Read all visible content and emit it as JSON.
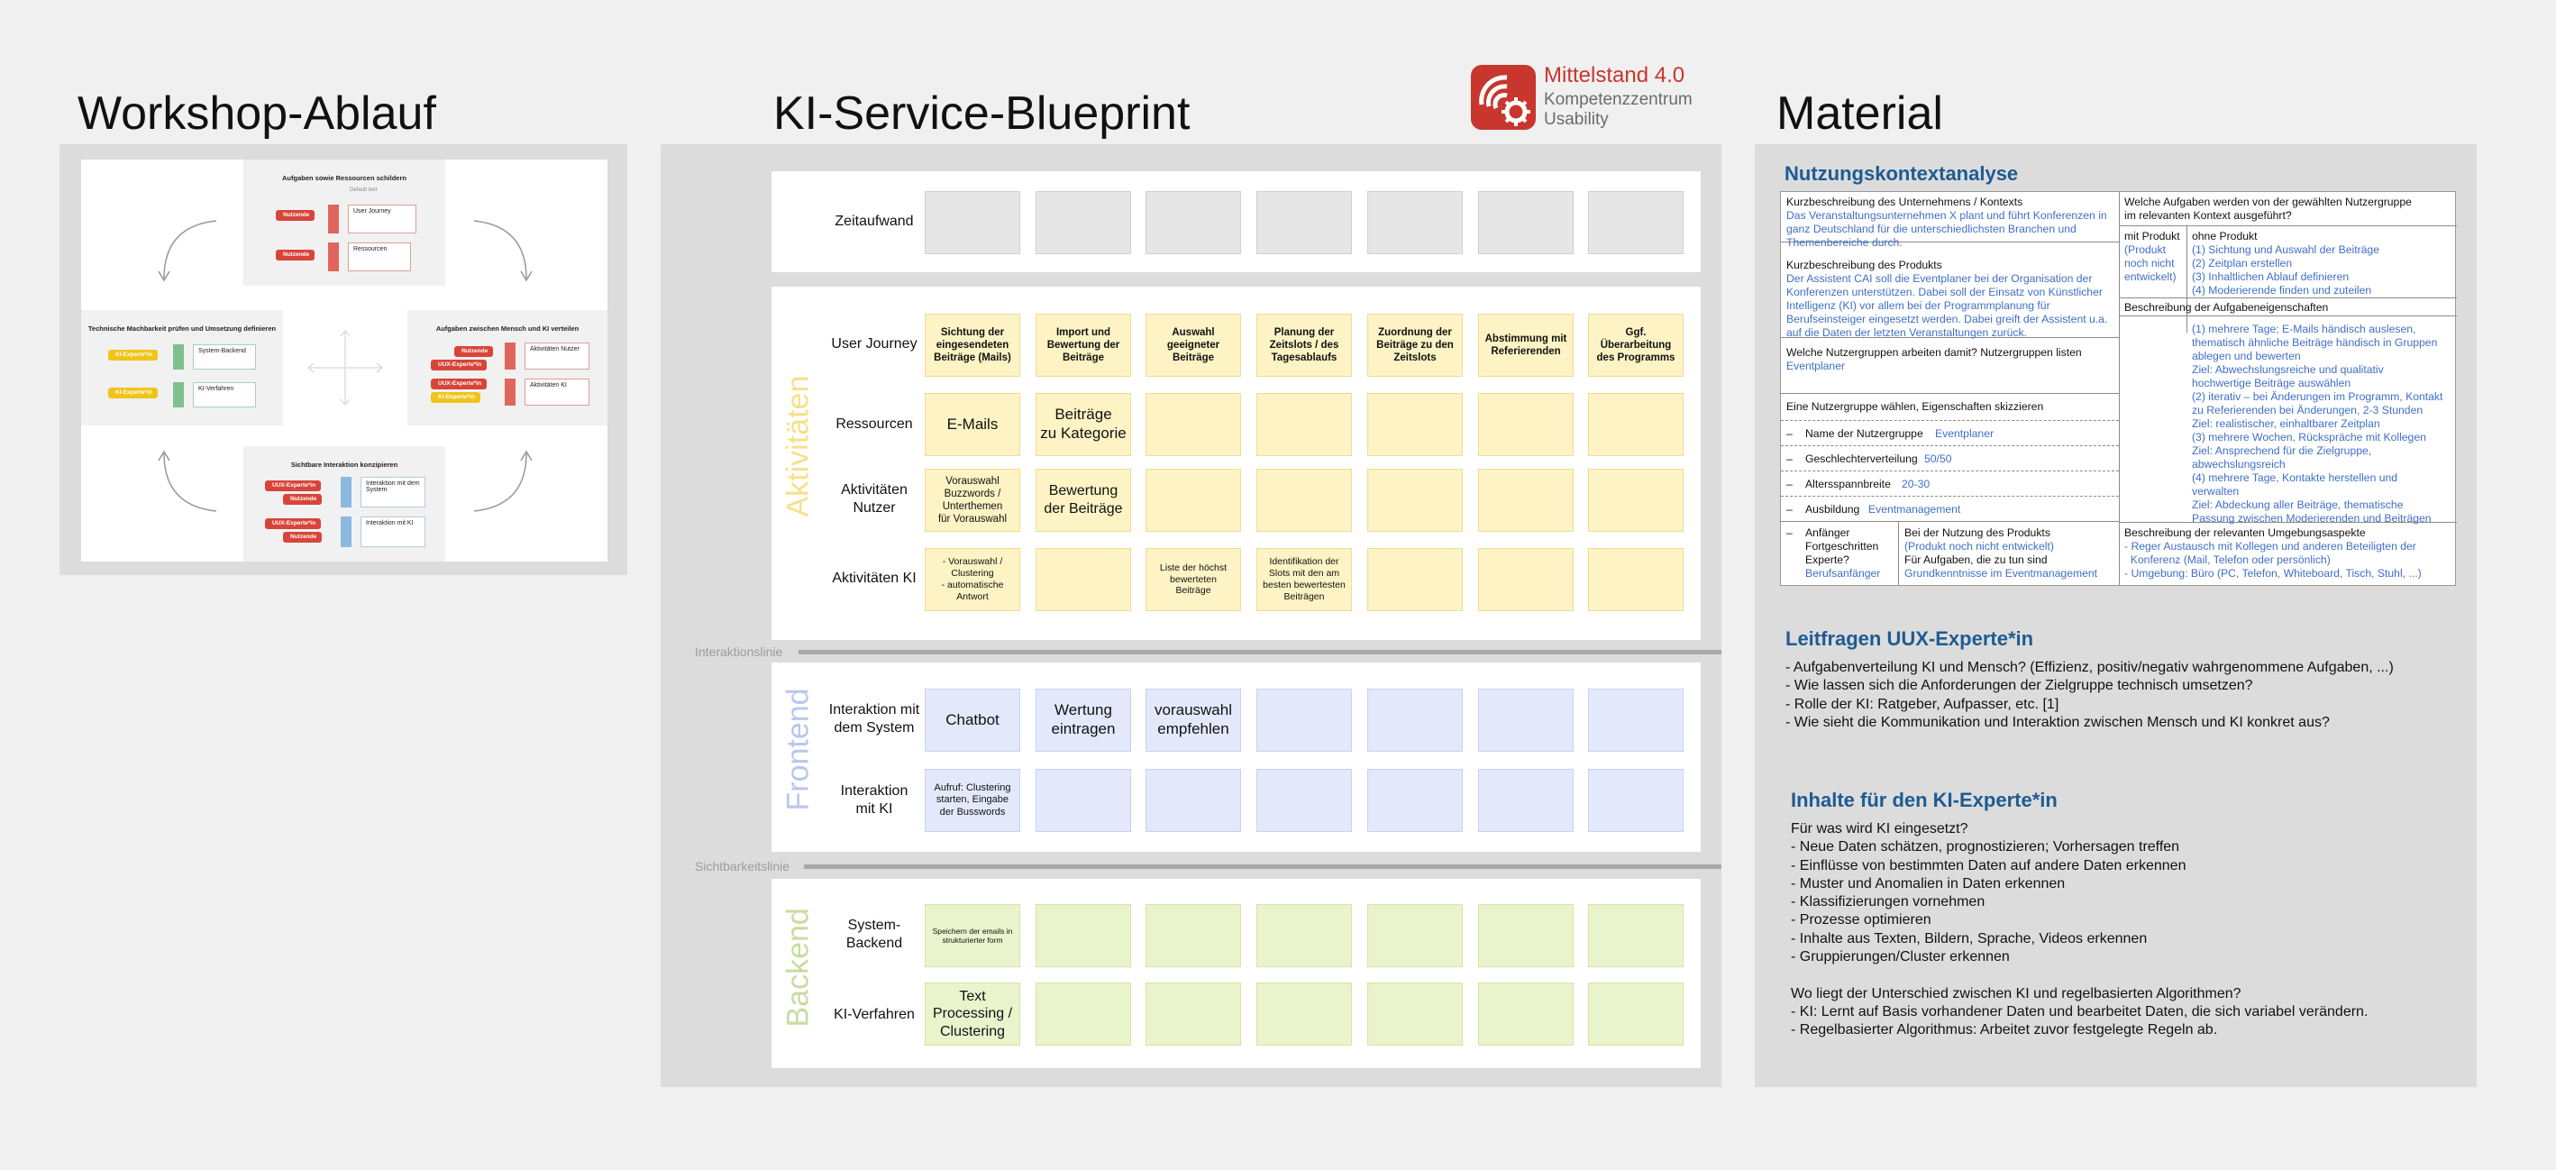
{
  "titles": {
    "workshop": "Workshop-Ablauf",
    "blueprint": "KI-Service-Blueprint",
    "material": "Material"
  },
  "logo": {
    "line1": "Mittelstand 4.0",
    "line2": "Kompetenzzentrum\nUsability",
    "icon": "gear-signal-icon",
    "color": "#c8362e"
  },
  "workshop": {
    "top": {
      "title": "Aufgaben sowie Ressourcen schildern",
      "sub": "Default text",
      "tag1": "Nutzende",
      "tag2": "Nutzende",
      "box1": "User Journey",
      "box2": "Ressourcen"
    },
    "left": {
      "title": "Technische Machbarkeit prüfen und Umsetzung definieren",
      "tag1": "KI-Experte*in",
      "tag2": "KI-Experte*in",
      "box1": "System-Backend",
      "box2": "KI-Verfahren"
    },
    "right": {
      "title": "Aufgaben zwischen Mensch und KI verteilen",
      "tag1": "Nutzende",
      "tag2": "UUX-Experte*in",
      "tag3": "KI-Experte*in",
      "box1": "Aktivitäten Nutzer",
      "box2": "Aktivitäten KI"
    },
    "bottom": {
      "title": "Sichtbare Interaktion konzipieren",
      "tag1": "UUX-Experte*in",
      "tag2": "Nutzende",
      "tag3": "UUX-Experte*in",
      "tag4": "Nutzende",
      "box1": "Interaktion mit dem System",
      "box2": "Interaktion mit KI"
    }
  },
  "blueprint": {
    "section_labels": {
      "activities": "Aktivitäten",
      "frontend": "Frontend",
      "backend": "Backend"
    },
    "lines": {
      "interaction": "Interaktionslinie",
      "visibility": "Sichtbarkeitslinie"
    },
    "row_labels": {
      "zeit": "Zeitaufwand",
      "journey": "User Journey",
      "ressourcen": "Ressourcen",
      "akt_nutzer": "Aktivitäten\nNutzer",
      "akt_ki": "Aktivitäten KI",
      "int_system": "Interaktion mit\ndem System",
      "int_ki": "Interaktion\nmit KI",
      "sys_backend": "System-\nBackend",
      "ki_verfahren": "KI-Verfahren"
    },
    "journey": [
      "Sichtung der eingesendeten Beiträge (Mails)",
      "Import und Bewertung der Beiträge",
      "Auswahl geeigneter Beiträge",
      "Planung der Zeitslots / des Tagesablaufs",
      "Zuordnung der Beiträge zu den Zeitslots",
      "Abstimmung mit Referierenden",
      "Ggf. Überarbeitung des Programms"
    ],
    "ressourcen": [
      "E-Mails",
      "Beiträge\nzu Kategorie",
      "",
      "",
      "",
      "",
      ""
    ],
    "akt_nutzer": [
      "Vorauswahl\nBuzzwords /\nUnterthemen\nfür Vorauswahl",
      "Bewertung\nder Beiträge",
      "",
      "",
      "",
      "",
      ""
    ],
    "akt_ki": [
      "- Vorauswahl /\nClustering\n- automatische\nAntwort",
      "",
      "Liste der höchst\nbewerteten\nBeiträge",
      "Identifikation der\nSlots mit den am\nbesten bewertesten\nBeiträgen",
      "",
      "",
      ""
    ],
    "int_system": [
      "Chatbot",
      "Wertung\neintragen",
      "vorauswahl\nempfehlen",
      "",
      "",
      "",
      ""
    ],
    "int_ki": [
      "Aufruf: Clustering\nstarten, Eingabe\nder Busswords",
      "",
      "",
      "",
      "",
      "",
      ""
    ],
    "sys_backend": [
      "Speichern der emails in\nstrukturierter form",
      "",
      "",
      "",
      "",
      "",
      ""
    ],
    "ki_verfahren": [
      "Text\nProcessing /\nClustering",
      "",
      "",
      "",
      "",
      "",
      ""
    ],
    "colors": {
      "activities": "#f7e08a",
      "frontend": "#b9c6ee",
      "backend": "#c8dca0"
    }
  },
  "material": {
    "nka": {
      "heading": "Nutzungskontextanalyse",
      "unternehmen_label": "Kurzbeschreibung des Unternehmens / Kontexts",
      "unternehmen_text": "Das Veranstaltungsunternehmen X plant und führt Konferenzen in\nganz Deutschland für die unterschiedlichsten Branchen und\nThemenbereiche durch.",
      "produkt_label": "Kurzbeschreibung des Produkts",
      "produkt_text": "Der Assistent CAI soll die Eventplaner bei der Organisation der\nKonferenzen unterstützen. Dabei soll der Einsatz von Künstlicher\nIntelligenz (KI) vor allem bei der Programmplanung für\nBerufseinsteiger eingesetzt werden. Dabei greift der Assistent u.a.\nauf die Daten der letzten Veranstaltungen zurück.",
      "gruppen_label": "Welche Nutzergruppen arbeiten damit? Nutzergruppen listen",
      "gruppen_text": "Eventplaner",
      "waehlen_label": "Eine Nutzergruppe wählen, Eigenschaften skizzieren",
      "name_label": "Name der Nutzergruppe",
      "name_val": "Eventplaner",
      "geschlecht_label": "Geschlechterverteilung",
      "geschlecht_val": "50/50",
      "alter_label": "Altersspannbreite",
      "alter_val": "20-30",
      "ausbildung_label": "Ausbildung",
      "ausbildung_val": "Eventmanagement",
      "anfaenger_label": "Anfänger\nFortgeschritten\nExperte?",
      "anfaenger_val": "Berufsanfänger",
      "nutzung_label": "Bei der Nutzung des Produkts",
      "nutzung_val": "(Produkt noch nicht entwickelt)",
      "aufgaben_tun_label": "Für Aufgaben, die zu tun sind",
      "aufgaben_tun_val": "Grundkenntnisse im Eventmanagement",
      "aufgaben_q": "Welche Aufgaben werden von der gewählten Nutzergruppe\nim relevanten Kontext ausgeführt?",
      "mit_produkt_label": "mit Produkt",
      "mit_produkt_val": "(Produkt\nnoch nicht\nentwickelt)",
      "ohne_produkt_label": "ohne Produkt",
      "ohne_produkt_val": "(1) Sichtung und Auswahl der Beiträge\n(2) Zeitplan erstellen\n(3) Inhaltlichen Ablauf definieren\n(4) Moderierende finden und zuteilen",
      "eigen_label": "Beschreibung der Aufgabeneigenschaften",
      "eigen_val": "(1) mehrere Tage; E-Mails händisch auslesen,\nthematisch ähnliche Beiträge händisch in Gruppen\nablegen und bewerten\nZiel: Abwechslungsreiche und qualitativ\nhochwertige Beiträge auswählen\n(2) iterativ – bei Änderungen im Programm, Kontakt\nzu Referierenden bei Änderungen, 2-3 Stunden\nZiel: realistischer, einhaltbarer Zeitplan\n(3) mehrere Wochen, Rückspräche mit Kollegen\nZiel: Ansprechend für die Zielgruppe,\nabwechslungsreich\n(4) mehrere Tage, Kontakte herstellen und\nverwalten\nZiel: Abdeckung aller Beiträge, thematische\nPassung zwischen Moderierenden und Beiträgen",
      "umgebung_label": "Beschreibung der relevanten Umgebungsaspekte",
      "umgebung_val": "- Reger Austausch mit Kollegen und anderen Beteiligten der\n  Konferenz (Mail, Telefon oder persönlich)\n- Umgebung: Büro (PC, Telefon, Whiteboard, Tisch, Stuhl, ...)"
    },
    "leitfragen": {
      "heading": "Leitfragen UUX-Experte*in",
      "text": "- Aufgabenverteilung KI und Mensch? (Effizienz, positiv/negativ wahrgenommene Aufgaben, ...)\n- Wie lassen sich die Anforderungen der Zielgruppe technisch umsetzen?\n- Rolle der KI: Ratgeber, Aufpasser, etc. [1]\n- Wie sieht die Kommunikation und Interaktion zwischen Mensch und KI konkret aus?"
    },
    "inhalte": {
      "heading": "Inhalte für den KI-Experte*in",
      "text": "Für was wird KI eingesetzt?\n- Neue Daten schätzen, prognostizieren; Vorhersagen treffen\n- Einflüsse von bestimmten Daten auf andere Daten erkennen\n- Muster und Anomalien in Daten erkennen\n- Klassifizierungen vornehmen\n- Prozesse optimieren\n- Inhalte aus Texten, Bildern, Sprache, Videos erkennen\n- Gruppierungen/Cluster erkennen\n\nWo liegt der Unterschied zwischen KI und regelbasierten Algorithmen?\n- KI: Lernt auf Basis vorhandener Daten und bearbeitet Daten, die sich variabel verändern.\n- Regelbasierter Algorithmus: Arbeitet zuvor festgelegte Regeln ab."
    }
  }
}
